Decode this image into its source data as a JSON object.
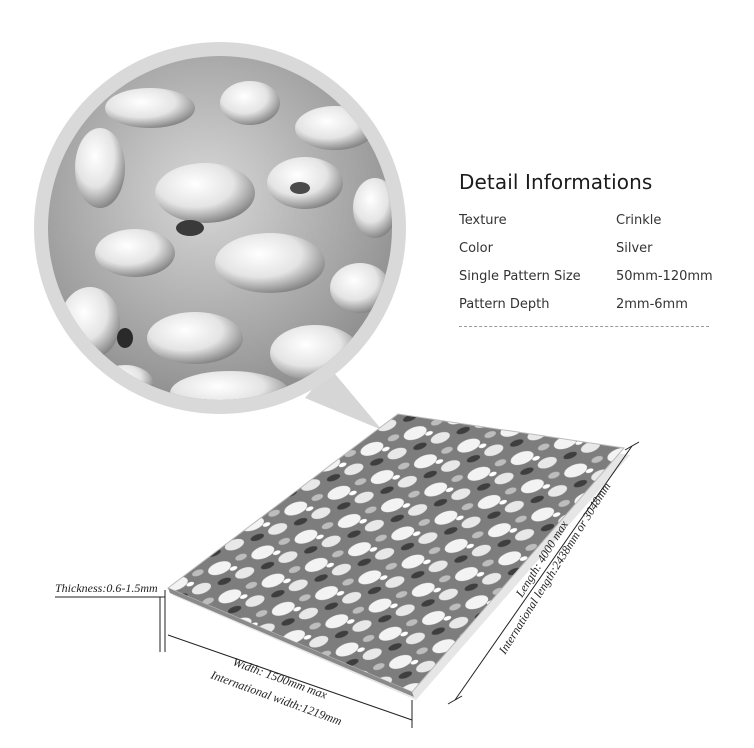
{
  "details": {
    "title": "Detail Informations",
    "rows": [
      {
        "key": "Texture",
        "value": "Crinkle"
      },
      {
        "key": "Color",
        "value": "Silver"
      },
      {
        "key": "Single Pattern Size",
        "value": "50mm-120mm"
      },
      {
        "key": "Pattern Depth",
        "value": "2mm-6mm"
      }
    ]
  },
  "dimensions": {
    "thickness": "Thickness:0.6-1.5mm",
    "width": "Width:  1500mm max",
    "international_width": "International width:1219mm",
    "length": "Length: 4000 max",
    "international_length": "International length:2438mm or 3048mm"
  }
}
